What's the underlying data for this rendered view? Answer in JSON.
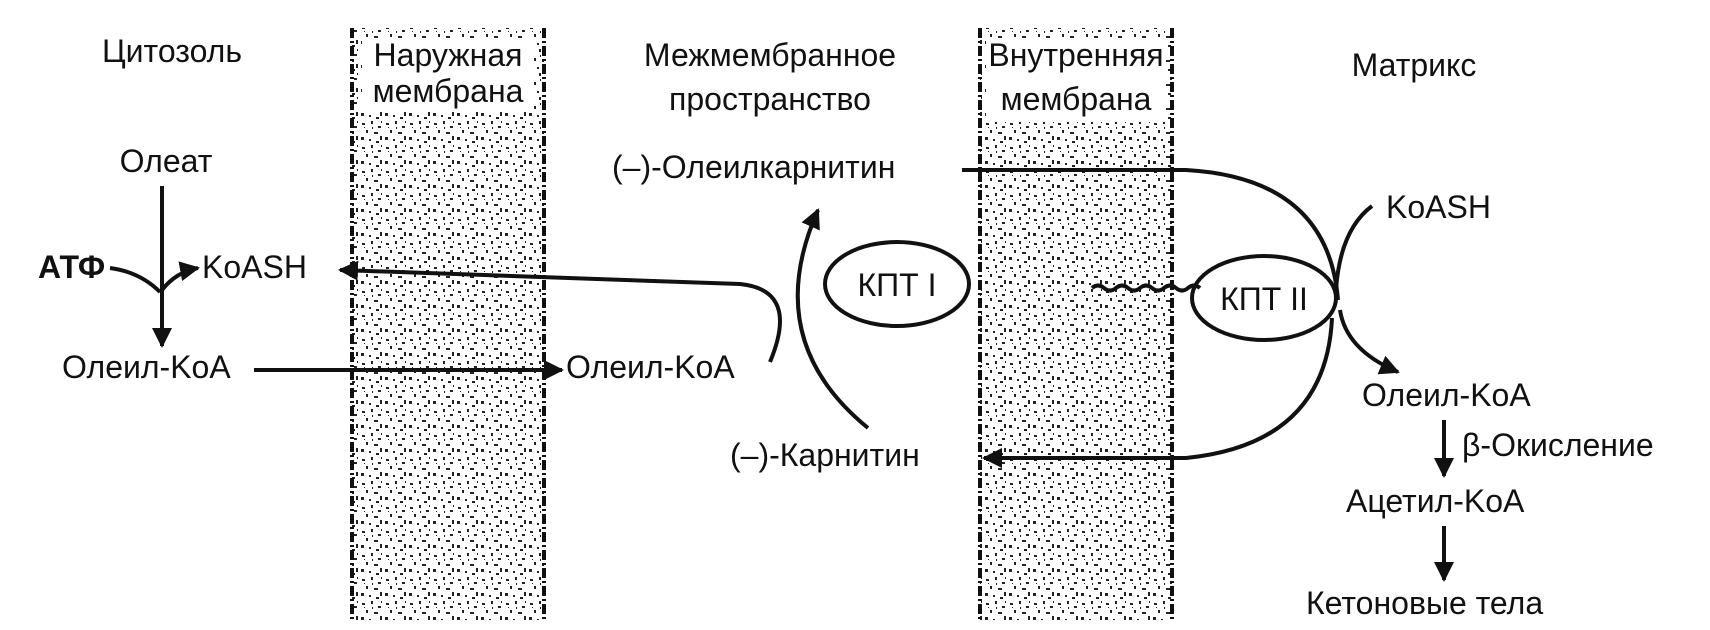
{
  "compartments": {
    "cytosol": "Цитозоль",
    "outer_membrane_line1": "Наружная",
    "outer_membrane_line2": "мембрана",
    "intermembrane_line1": "Межмембранное",
    "intermembrane_line2": "пространство",
    "inner_membrane_line1": "Внутренняя",
    "inner_membrane_line2": "мембрана",
    "matrix": "Матрикс"
  },
  "metabolites": {
    "oleate": "Олеат",
    "atp": "АТФ",
    "koash_cytosol": "KoASH",
    "oleyl_coa_cytosol": "Олеил-KoA",
    "oleyl_coa_intermembrane": "Олеил-KoA",
    "oleylcarnitine": "(–)-Олеилкарнитин",
    "carnitine": "(–)-Карнитин",
    "koash_matrix": "KoASH",
    "oleyl_coa_matrix": "Олеил-KoA",
    "beta_oxidation": "β-Окисление",
    "acetyl_coa": "Ацетил-KoA",
    "ketone_bodies": "Кетоновые  тела"
  },
  "enzymes": {
    "cpt1": "КПТ I",
    "cpt2": "КПТ II"
  }
}
